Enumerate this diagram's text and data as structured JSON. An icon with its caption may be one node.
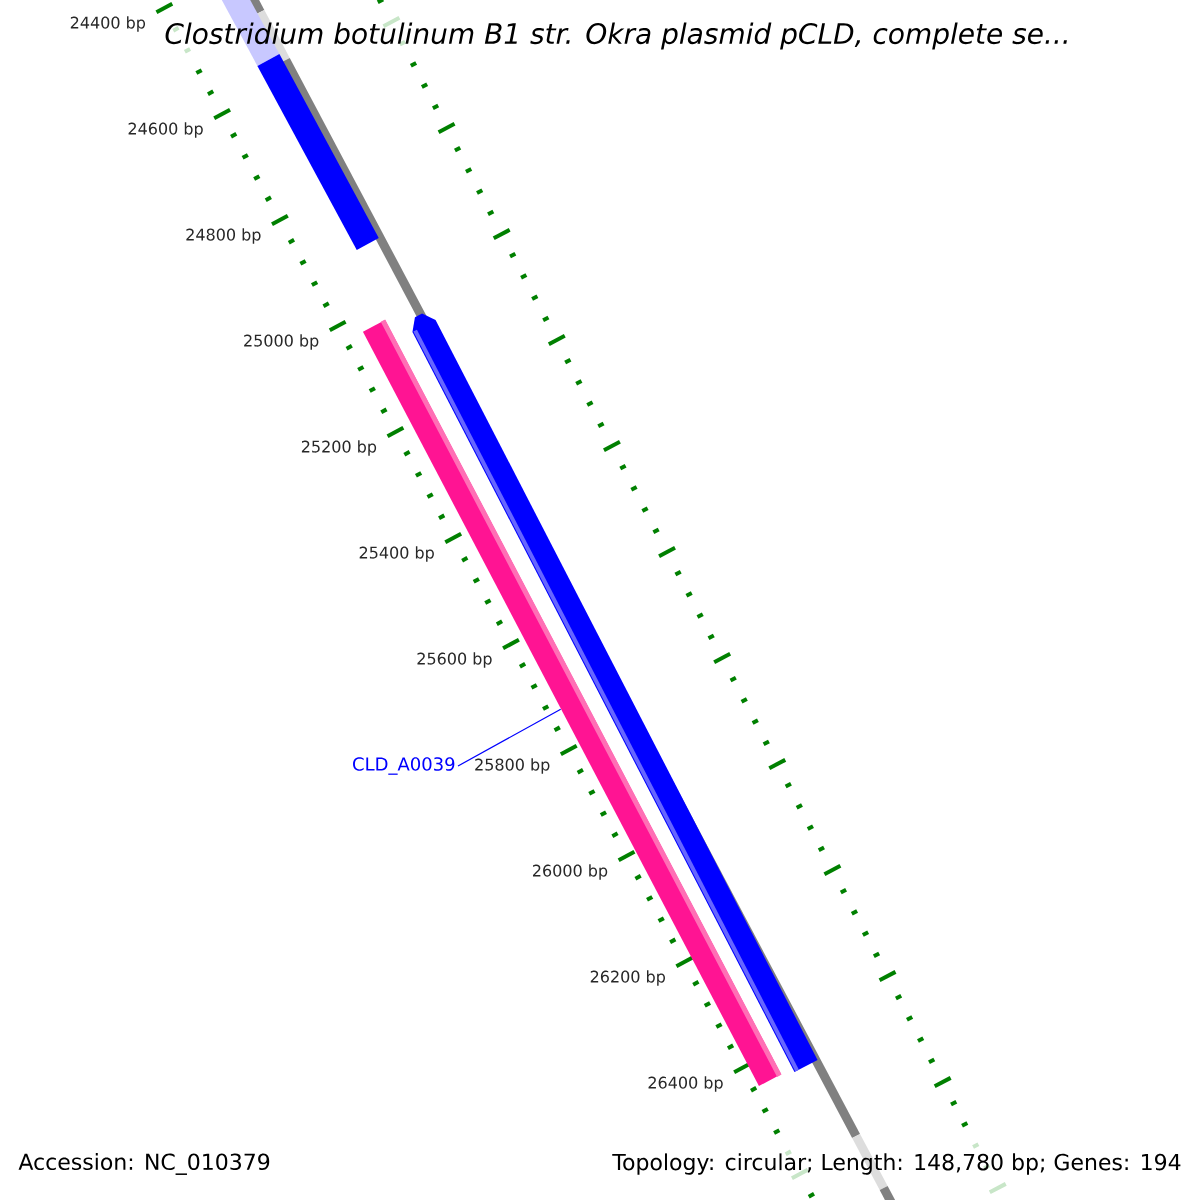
{
  "diagram": {
    "title": "Clostridium botulinum B1 str. Okra plasmid pCLD, complete se...",
    "nodes": [
      {
        "text": [
          "CLD_A0039"
        ]
      },
      {
        "text": [],
        "shape": "bar"
      }
    ],
    "edges": [
      {
        "from": 0,
        "to": 1,
        "arrow": "none"
      }
    ],
    "labels": [
      "24400 bp",
      "24600 bp",
      "24800 bp",
      "25000 bp",
      "25200 bp",
      "25400 bp",
      "25600 bp",
      "25800 bp",
      "26000 bp",
      "26200 bp",
      "26400 bp",
      "Accession: NC_010379",
      "Topology: circular; Length: 148,780 bp; Genes: 194"
    ]
  }
}
